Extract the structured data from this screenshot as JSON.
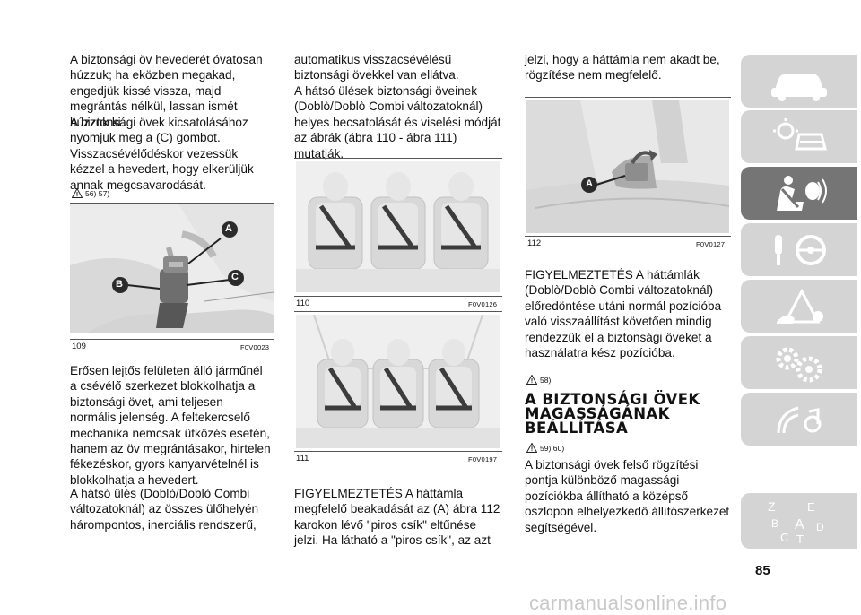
{
  "column1": {
    "p1": "A biztonsági öv hevederét óvatosan húzzuk; ha eközben megakad, engedjük kissé vissza, majd megrántás nélkül, lassan ismét húzzuk ki.",
    "p2": "A biztonsági övek kicsatolásához nyomjuk meg a (C) gombot. Visszacsévélődéskor vezessük kézzel a hevedert, hogy elkerüljük annak megcsavarodását.",
    "warn": "56) 57)",
    "figure": {
      "number": "109",
      "code": "F0V0023",
      "labels": [
        "A",
        "B",
        "C"
      ]
    },
    "p3": "Erősen lejtős felületen álló járműnél a csévélő szerkezet blokkolhatja a biztonsági övet, ami teljesen normális jelenség. A feltekercselő mechanika nemcsak ütközés esetén, hanem az öv megrántásakor, hirtelen fékezéskor, gyors kanyarvételnél is blokkolhatja a hevedert.",
    "p4": "A hátsó ülés (Doblò/Doblò Combi változatoknál) az összes ülőhelyén hárompontos, inerciális rendszerű,"
  },
  "column2": {
    "p1": "automatikus visszacsévélésű biztonsági övekkel van ellátva.",
    "p2": "A hátsó ülések biztonsági öveinek (Doblò/Doblò Combi változatoknál) helyes becsatolását és viselési módját az ábrák (ábra 110 - ábra 111) mutatják.",
    "figure1": {
      "number": "110",
      "code": "F0V0126"
    },
    "figure2": {
      "number": "111",
      "code": "F0V0197"
    },
    "p3": "FIGYELMEZTETÉS A háttámla megfelelő beakadását az (A) ábra 112 karokon lévő \"piros csík\" eltűnése jelzi. Ha látható a \"piros csík\", az azt"
  },
  "column3": {
    "p1": "jelzi, hogy a háttámla nem akadt be, rögzítése nem megfelelő.",
    "figure": {
      "number": "112",
      "code": "F0V0127",
      "labels": [
        "A"
      ]
    },
    "p2": "FIGYELMEZTETÉS A háttámlák (Doblò/Doblò Combi változatoknál) előredöntése utáni normál pozícióba való visszaállítást követően mindig rendezzük el a biztonsági öveket a használatra kész pozícióba.",
    "warn1": "58)",
    "heading": "A BIZTONSÁGI ÖVEK MAGASSÁGÁNAK BEÁLLÍTÁSA",
    "warn2": "59) 60)",
    "p3": "A biztonsági övek felső rögzítési pontja különböző magassági pozíciókba állítható a középső oszlopon elhelyezkedő állítószerkezet segítségével."
  },
  "sidebar": {
    "tabs": [
      {
        "icon": "car-icon",
        "active": false
      },
      {
        "icon": "dashboard-lights-icon",
        "active": false
      },
      {
        "icon": "seat-airbag-icon",
        "active": true
      },
      {
        "icon": "key-steering-wheel-icon",
        "active": false
      },
      {
        "icon": "warning-triangle-icon",
        "active": false
      },
      {
        "icon": "gears-icon",
        "active": false
      },
      {
        "icon": "multimedia-icon",
        "active": false
      },
      {
        "icon": "index-letters-icon",
        "active": false
      }
    ],
    "index_letters": [
      "Z",
      "E",
      "B",
      "A",
      "D",
      "C",
      "T"
    ],
    "active_color": "#757575",
    "inactive_color": "#d4d4d4"
  },
  "page_number": "85",
  "footer": "carmanualsonline.info"
}
